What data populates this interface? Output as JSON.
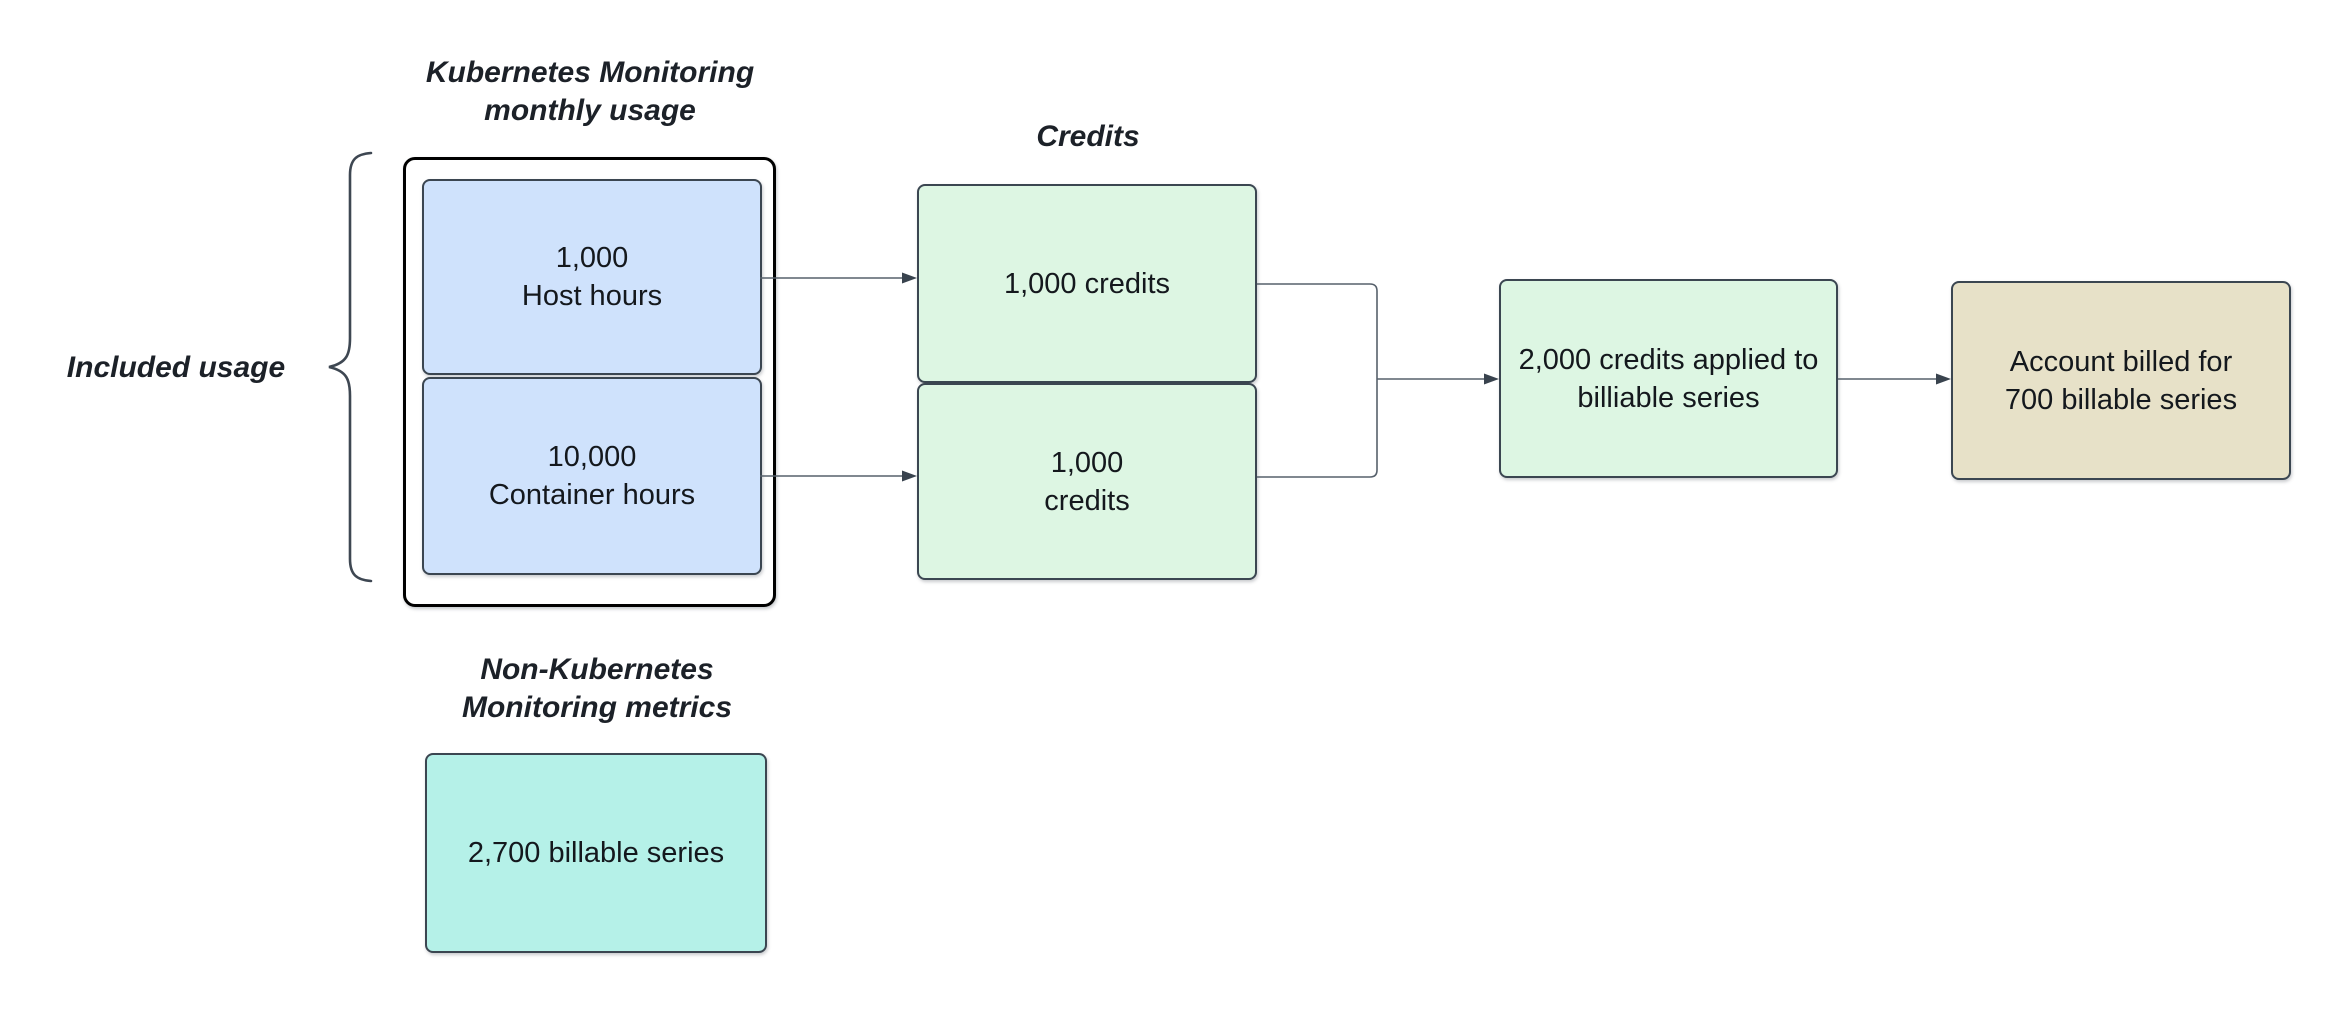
{
  "diagram": {
    "included_usage_label": "Included usage",
    "kubernetes_group": {
      "title": "Kubernetes Monitoring\nmonthly usage",
      "boxes": [
        {
          "label": "1,000\nHost hours"
        },
        {
          "label": "10,000\nContainer hours"
        }
      ]
    },
    "credits_group": {
      "title": "Credits",
      "boxes": [
        {
          "label": "1,000 credits"
        },
        {
          "label": "1,000\ncredits"
        }
      ]
    },
    "applied_box": {
      "label": "2,000 credits applied to\nbilliable series"
    },
    "billed_box": {
      "label": "Account billed for\n700 billable series"
    },
    "non_kubernetes_group": {
      "title": "Non-Kubernetes\nMonitoring metrics",
      "box": {
        "label": "2,700 billable series"
      }
    },
    "colors": {
      "blue_box": "#cfe2fc",
      "green_box": "#ddf6e3",
      "teal_box": "#b5f1e8",
      "tan_box": "#e7e1c8",
      "box_border": "#3b4651",
      "container_border": "#000000",
      "connector": "#56606b",
      "arrowhead": "#39434e",
      "text": "#14181d"
    }
  }
}
